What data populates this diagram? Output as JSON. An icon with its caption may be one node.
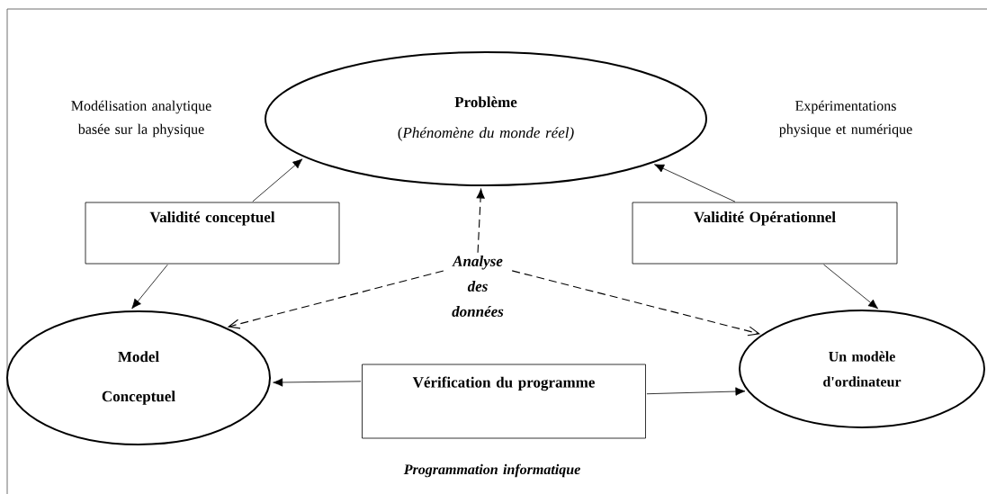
{
  "diagram": {
    "nodes": [
      {
        "text": [
          "Problème",
          "(*Phénomène du monde réel)*"
        ]
      },
      {
        "text": [
          "Validité conceptuel"
        ]
      },
      {
        "text": [
          "Validité Opérationnel"
        ]
      },
      {
        "text": [
          "Analyse des données"
        ]
      },
      {
        "text": [
          "Model Conceptuel"
        ]
      },
      {
        "text": [
          "Vérification du programme"
        ]
      },
      {
        "text": [
          "Un modèle d'ordinateur"
        ]
      }
    ],
    "edges": [
      {
        "from": 1,
        "to": 0,
        "arrow": "to"
      },
      {
        "from": 1,
        "to": 4,
        "arrow": "to"
      },
      {
        "from": 2,
        "to": 0,
        "arrow": "to"
      },
      {
        "from": 2,
        "to": 6,
        "arrow": "to"
      },
      {
        "from": 3,
        "to": 0,
        "arrow": "to",
        "style": "dashed"
      },
      {
        "from": 3,
        "to": 4,
        "arrow": "to",
        "style": "dashed"
      },
      {
        "from": 3,
        "to": 6,
        "arrow": "to",
        "style": "dashed"
      },
      {
        "from": 5,
        "to": 4,
        "arrow": "to"
      },
      {
        "from": 5,
        "to": 6,
        "arrow": "to"
      }
    ],
    "labels": [
      "Modélisation analytique basée sur la physique",
      "Expérimentations physique et numérique",
      "Programmation informatique"
    ]
  }
}
